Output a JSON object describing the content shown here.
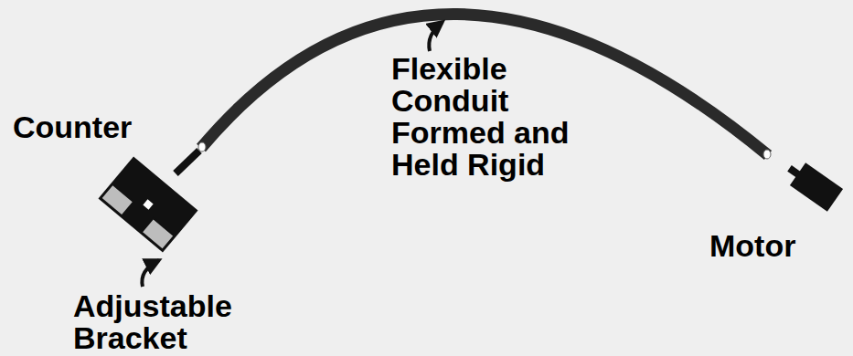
{
  "diagram": {
    "labels": [
      "Counter",
      "Flexible Conduit Formed and Held Rigid",
      "Adjustable Bracket",
      "Motor"
    ]
  }
}
